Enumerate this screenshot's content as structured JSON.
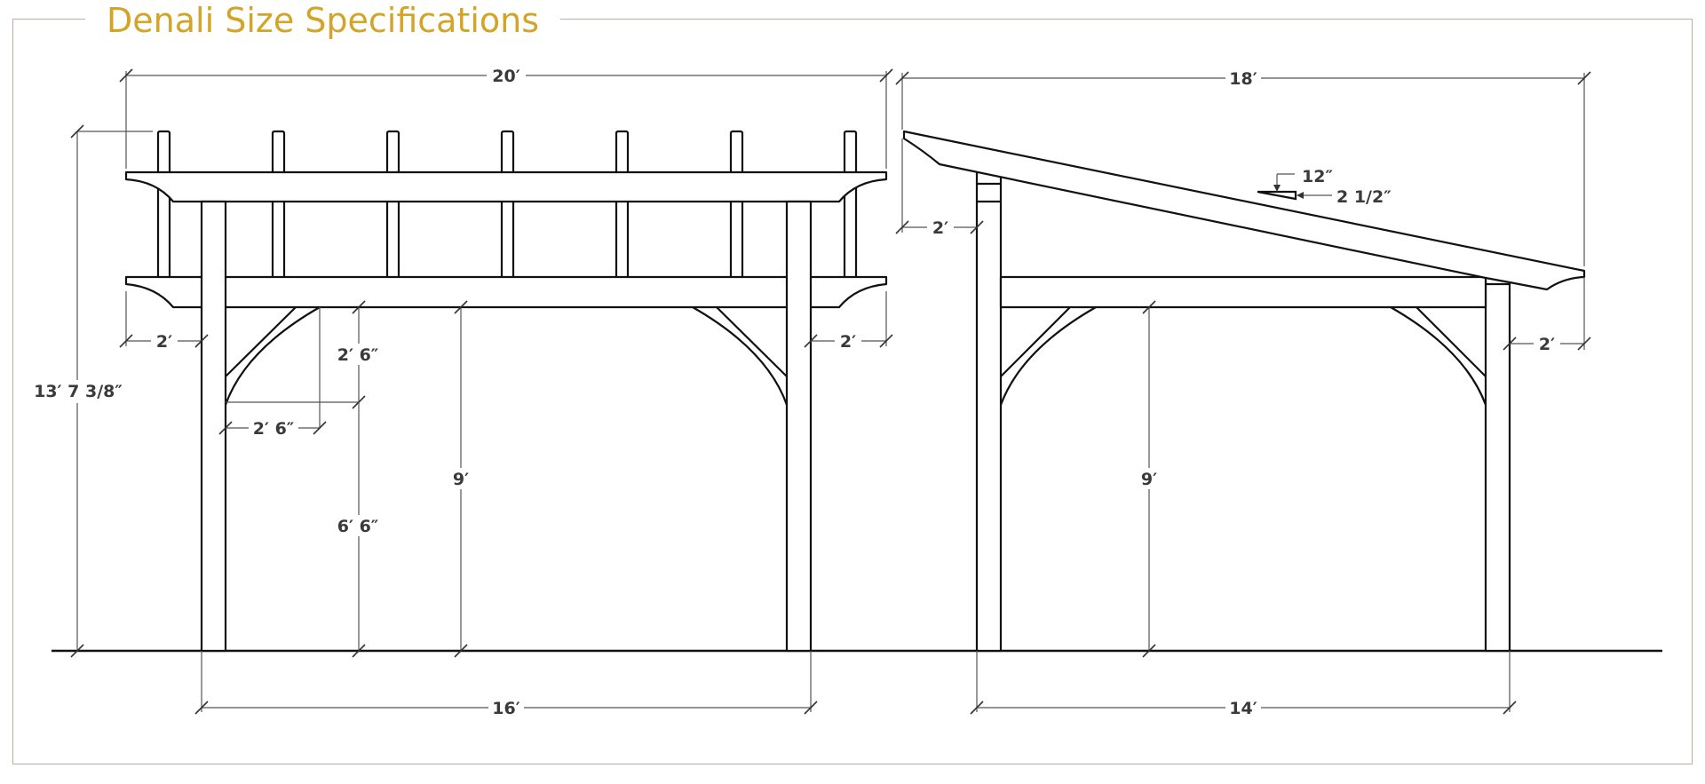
{
  "title": "Denali Size Specifications",
  "front": {
    "overall_width": "20′",
    "overall_height": "13′ 7 3/8″",
    "overhang_left": "2′",
    "overhang_right": "2′",
    "brace_height": "2′ 6″",
    "brace_width": "2′ 6″",
    "below_brace": "6′ 6″",
    "clearance": "9′",
    "post_span": "16′"
  },
  "side": {
    "overall_width": "18′",
    "overhang_left": "2′",
    "overhang_right": "2′",
    "pitch_run": "12″",
    "pitch_rise": "2 1/2″",
    "clearance": "9′",
    "post_span": "14′"
  },
  "colors": {
    "title": "#d4a429",
    "frame": "#b9aea6",
    "lines": "#111111",
    "dim_text": "#3a3a3a"
  }
}
